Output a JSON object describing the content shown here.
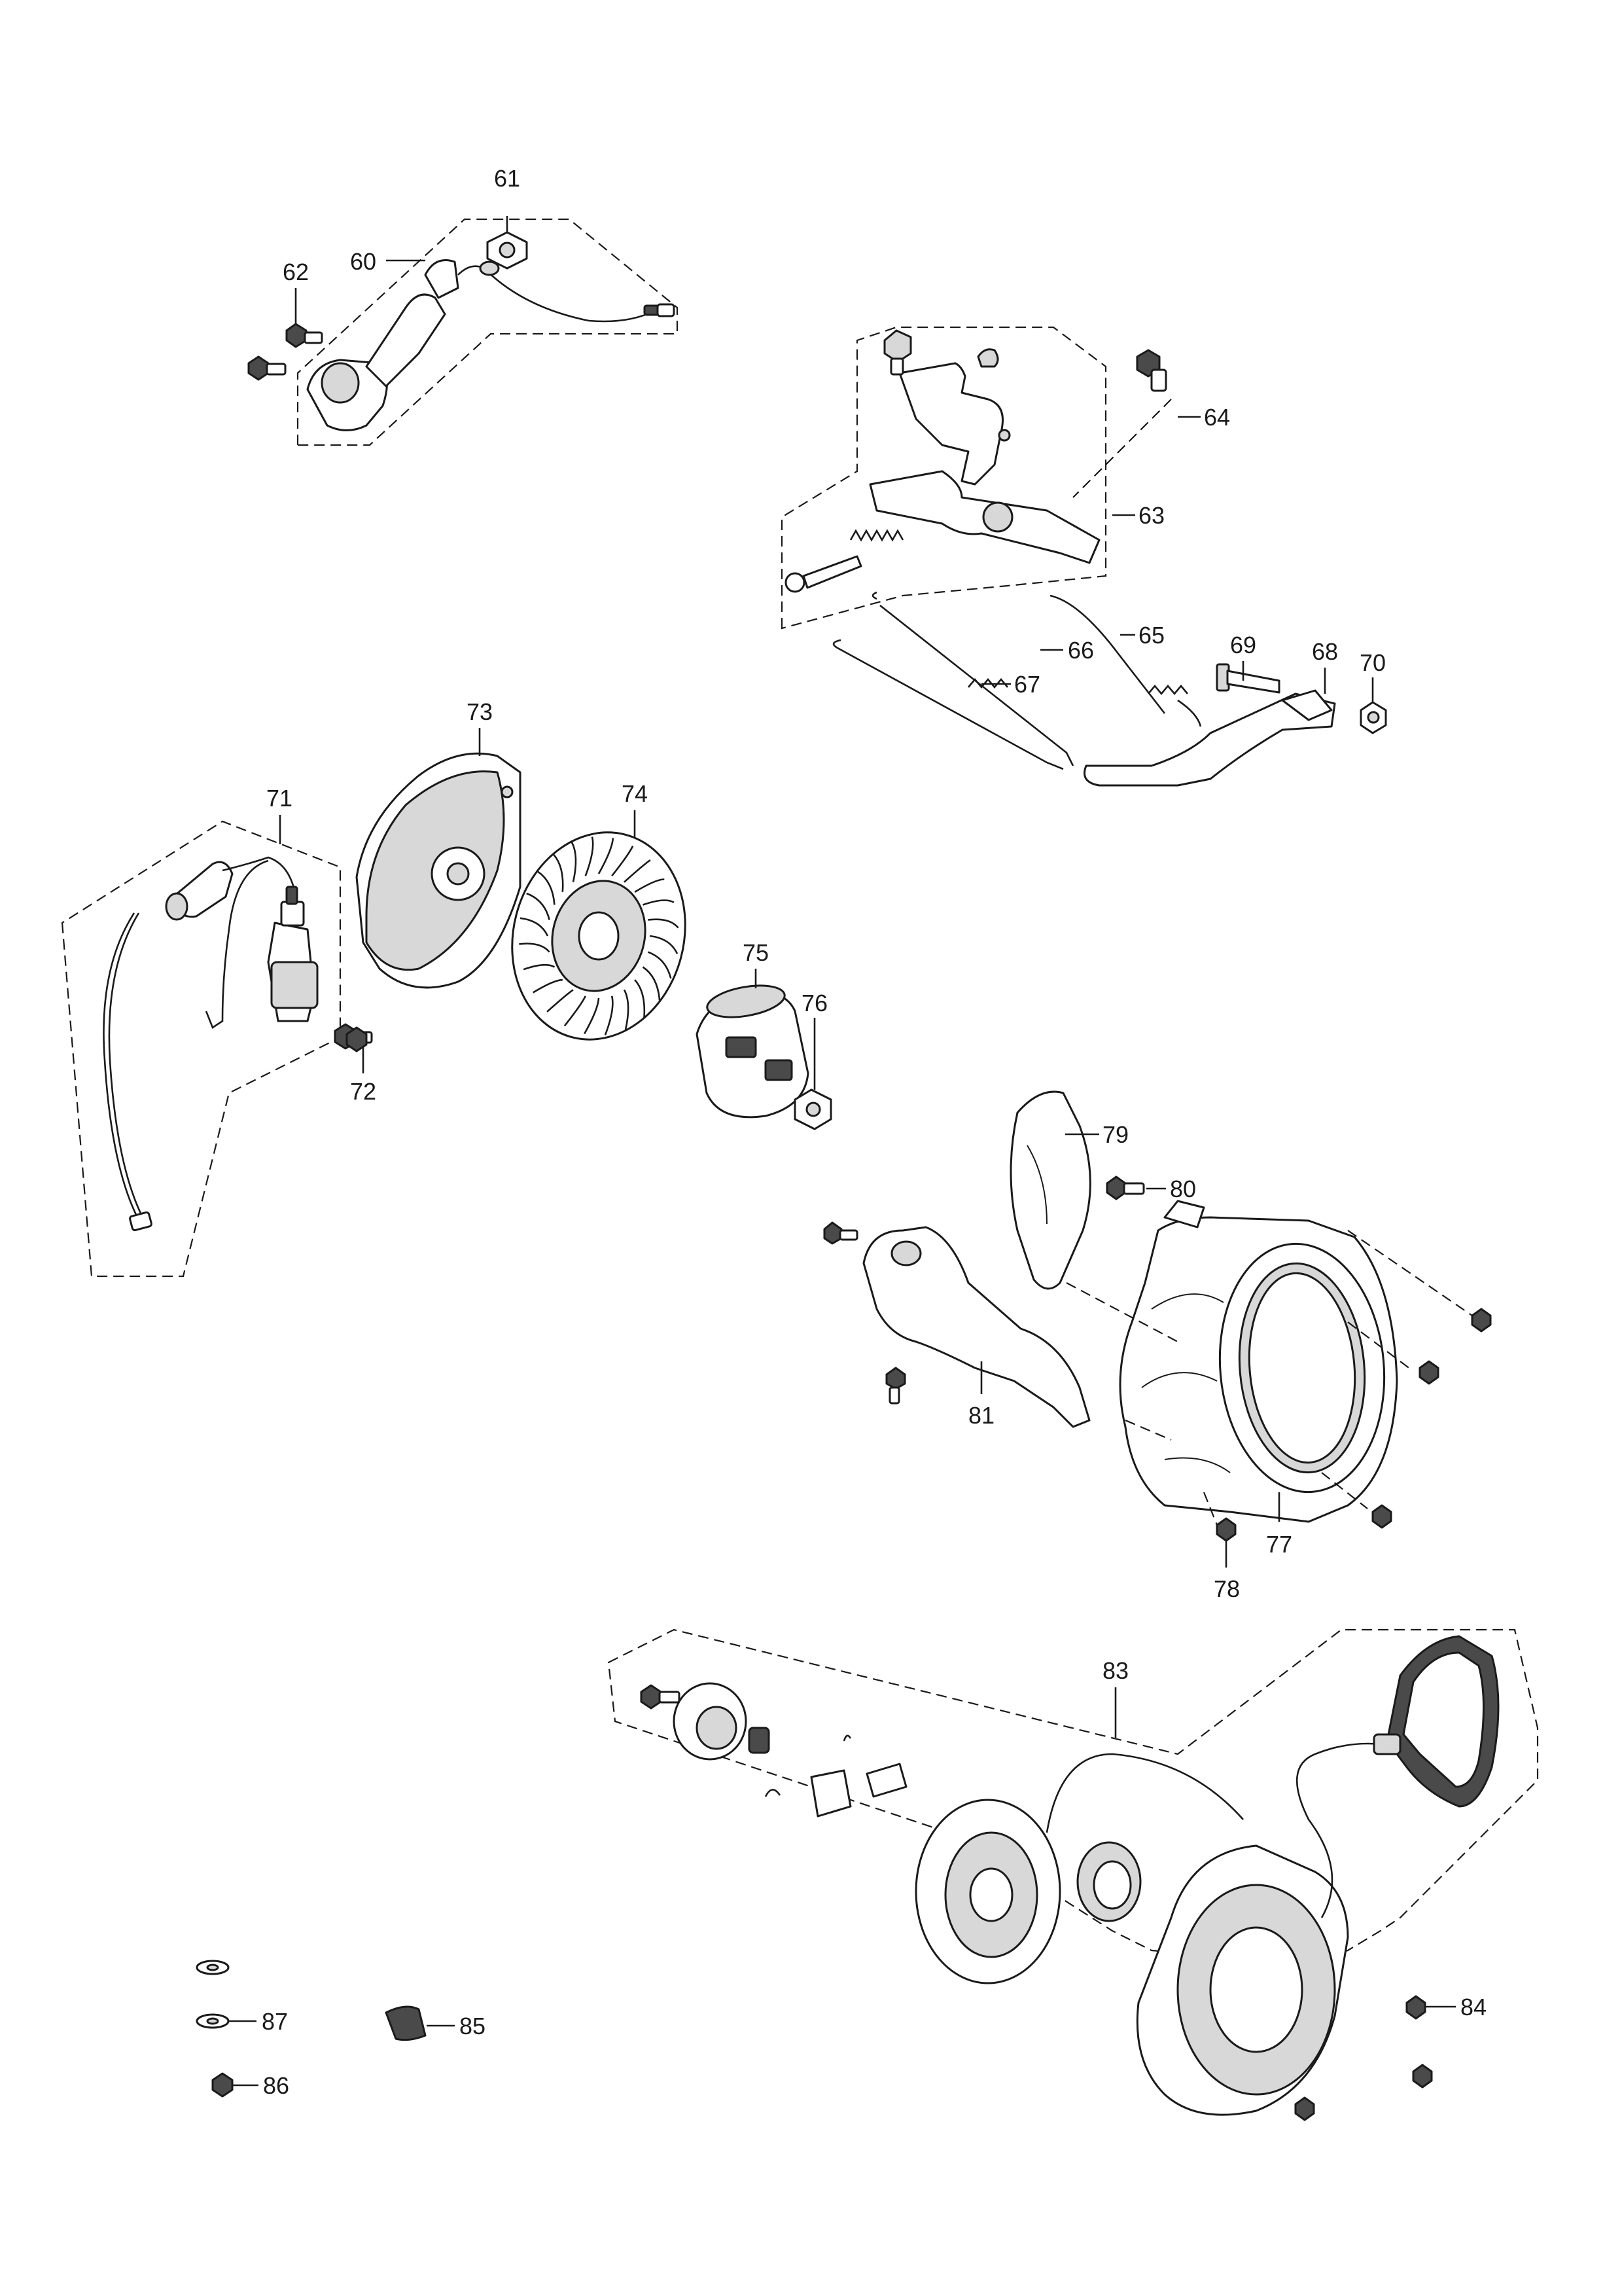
{
  "diagram": {
    "labels": {
      "p60": "60",
      "p61": "61",
      "p62": "62",
      "p63": "63",
      "p64": "64",
      "p65": "65",
      "p66": "66",
      "p67": "67",
      "p68": "68",
      "p69": "69",
      "p70": "70",
      "p71": "71",
      "p72": "72",
      "p73": "73",
      "p74": "74",
      "p75": "75",
      "p76": "76",
      "p77": "77",
      "p78": "78",
      "p79": "79",
      "p80": "80",
      "p81": "81",
      "p83": "83",
      "p84": "84",
      "p85": "85",
      "p86": "86",
      "p87": "87"
    }
  }
}
